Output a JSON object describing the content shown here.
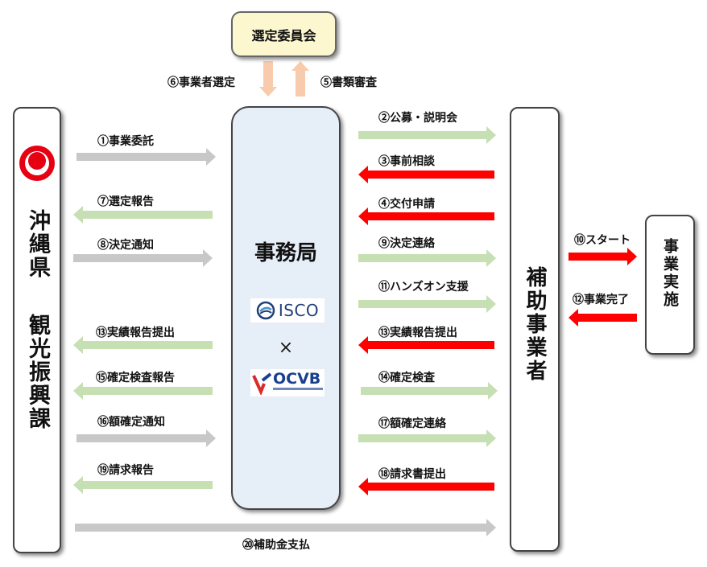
{
  "committee": {
    "label": "選定委員会"
  },
  "office": {
    "title": "事務局",
    "isco": "ISCO",
    "cross": "×",
    "ocvb": "OCVB"
  },
  "prefecture": {
    "line1": "沖縄県",
    "line2": "観光振興課"
  },
  "grantee": {
    "label": "補助事業者"
  },
  "implementation": {
    "label": "事業実施"
  },
  "top_labels": {
    "selection": "⑥事業者選定",
    "review": "⑤書類審査"
  },
  "left_labels": {
    "a1": "①事業委託",
    "a7": "⑦選定報告",
    "a8": "⑧決定通知",
    "a13": "⑬実績報告提出",
    "a15": "⑮確定検査報告",
    "a16": "⑯額確定通知",
    "a19": "⑲請求報告"
  },
  "right_labels": {
    "a2": "②公募・説明会",
    "a3": "③事前相談",
    "a4": "④交付申請",
    "a9": "⑨決定連絡",
    "a11": "⑪ハンズオン支援",
    "a13b": "⑬実績報告提出",
    "a14": "⑭確定検査",
    "a17": "⑰額確定連絡",
    "a18": "⑱請求書提出"
  },
  "far_labels": {
    "a10": "⑩スタート",
    "a12": "⑫事業完了"
  },
  "bottom_label": "⑳補助金支払",
  "colors": {
    "gray_arrow": "#c8c8c8",
    "green_arrow": "#c6dfb3",
    "red_arrow": "#ff0000",
    "peach_arrow": "#f8cbad",
    "committee_fill": "#fdf7d0",
    "office_fill": "#e6eef8"
  }
}
